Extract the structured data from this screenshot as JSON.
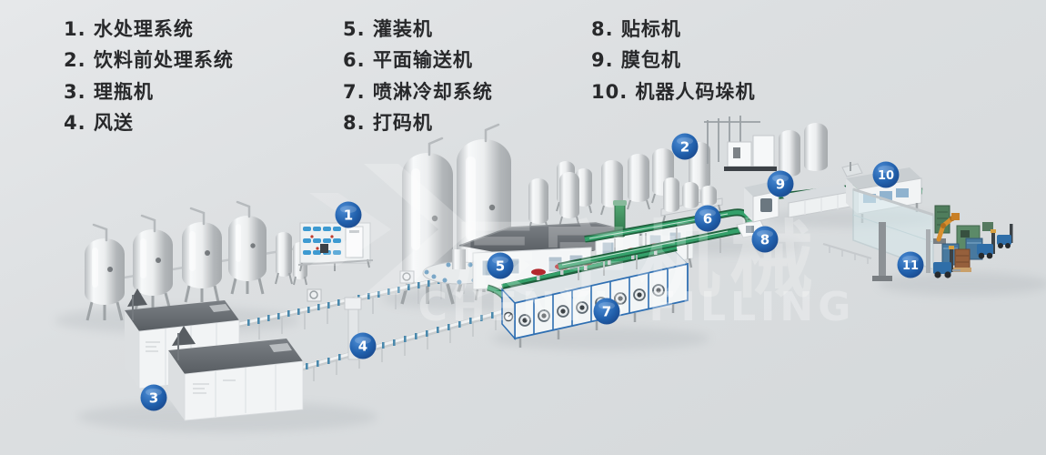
{
  "legend": {
    "columns": [
      {
        "items": [
          "1. 水处理系统",
          "2. 饮料前处理系统",
          "3. 理瓶机",
          "4. 风送"
        ]
      },
      {
        "items": [
          "5. 灌装机",
          "6. 平面输送机",
          "7. 喷淋冷却系统",
          "8. 打码机"
        ]
      },
      {
        "items": [
          "8. 贴标机",
          "9. 膜包机",
          "10. 机器人码垛机"
        ]
      }
    ]
  },
  "watermark": {
    "cn": "辰宇机械",
    "en": "CHENYU FILLING"
  },
  "diagram": {
    "badges": [
      {
        "label": "1"
      },
      {
        "label": "2"
      },
      {
        "label": "3"
      },
      {
        "label": "4"
      },
      {
        "label": "5"
      },
      {
        "label": "6"
      },
      {
        "label": "7"
      },
      {
        "label": "8"
      },
      {
        "label": "9"
      },
      {
        "label": "10"
      },
      {
        "label": "11"
      }
    ],
    "colors": {
      "badge_blue": "#1d55a0",
      "conveyor_green": "#2e8b57",
      "tunnel_frame_blue": "#2f6fb2",
      "cap_red": "#b3282d",
      "membrane_blue": "#3d9ad1",
      "roof_gray": "#64696e",
      "background_gray": "#dcdfe1"
    }
  }
}
